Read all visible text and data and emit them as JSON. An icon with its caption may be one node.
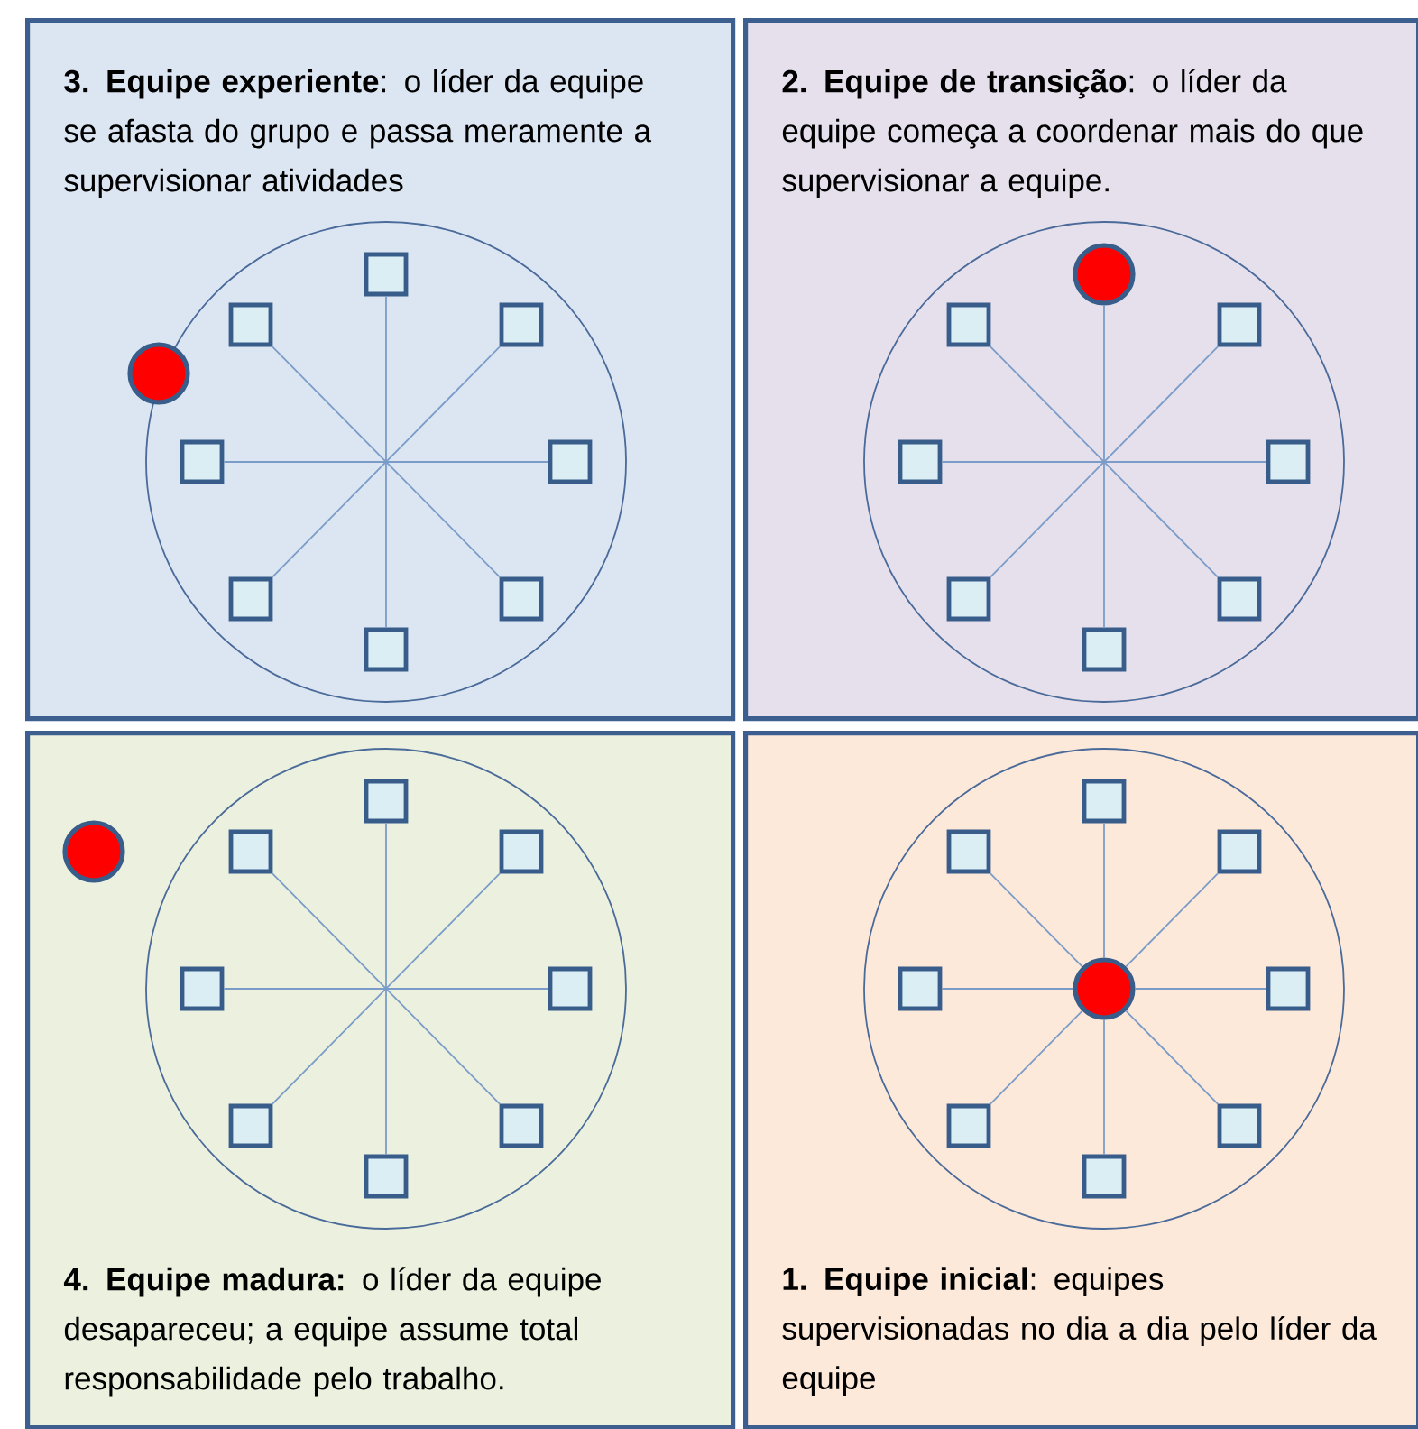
{
  "diagram": {
    "nodes": [
      {
        "text": [
          "**3. Equipe experiente**: o líder da equipe se afasta do grupo e passa meramente a supervisionar atividades"
        ]
      },
      {
        "text": [],
        "shape": "circle",
        "in": 0
      },
      {
        "text": [],
        "shape": "box",
        "in": 1
      },
      {
        "text": [],
        "shape": "box",
        "in": 1
      },
      {
        "text": [],
        "shape": "box",
        "in": 1
      },
      {
        "text": [],
        "shape": "box",
        "in": 1
      },
      {
        "text": [],
        "shape": "box",
        "in": 1
      },
      {
        "text": [],
        "shape": "box",
        "in": 1
      },
      {
        "text": [],
        "shape": "box",
        "in": 1
      },
      {
        "text": [],
        "shape": "box",
        "in": 1
      },
      {
        "text": [],
        "shape": "circle",
        "in": 0
      },
      {
        "text": [
          "**2. Equipe de transição**: o líder da equipe começa a coordenar mais do que supervisionar a equipe."
        ]
      },
      {
        "text": [],
        "shape": "circle",
        "in": 11
      },
      {
        "text": [],
        "shape": "circle",
        "in": 12
      },
      {
        "text": [],
        "shape": "box",
        "in": 12
      },
      {
        "text": [],
        "shape": "box",
        "in": 12
      },
      {
        "text": [],
        "shape": "box",
        "in": 12
      },
      {
        "text": [],
        "shape": "box",
        "in": 12
      },
      {
        "text": [],
        "shape": "box",
        "in": 12
      },
      {
        "text": [],
        "shape": "box",
        "in": 12
      },
      {
        "text": [],
        "shape": "box",
        "in": 12
      },
      {
        "text": [
          "**4. Equipe madura:** o líder da equipe desapareceu; a equipe assume total responsabilidade pelo trabalho."
        ]
      },
      {
        "text": [],
        "shape": "circle",
        "in": 21
      },
      {
        "text": [],
        "shape": "box",
        "in": 22
      },
      {
        "text": [],
        "shape": "box",
        "in": 22
      },
      {
        "text": [],
        "shape": "box",
        "in": 22
      },
      {
        "text": [],
        "shape": "box",
        "in": 22
      },
      {
        "text": [],
        "shape": "box",
        "in": 22
      },
      {
        "text": [],
        "shape": "box",
        "in": 22
      },
      {
        "text": [],
        "shape": "box",
        "in": 22
      },
      {
        "text": [],
        "shape": "box",
        "in": 22
      },
      {
        "text": [],
        "shape": "circle",
        "in": 21
      },
      {
        "text": [
          "**1. Equipe inicial**: equipes supervisionadas no dia a dia pelo líder da equipe"
        ]
      },
      {
        "text": [],
        "shape": "circle",
        "in": 32
      },
      {
        "text": [],
        "shape": "box",
        "in": 33
      },
      {
        "text": [],
        "shape": "box",
        "in": 33
      },
      {
        "text": [],
        "shape": "box",
        "in": 33
      },
      {
        "text": [],
        "shape": "box",
        "in": 33
      },
      {
        "text": [],
        "shape": "box",
        "in": 33
      },
      {
        "text": [],
        "shape": "box",
        "in": 33
      },
      {
        "text": [],
        "shape": "box",
        "in": 33
      },
      {
        "text": [],
        "shape": "box",
        "in": 33
      },
      {
        "text": [],
        "shape": "circle",
        "in": 33
      }
    ],
    "edges": [
      {
        "from": null,
        "to": 2,
        "arrow": "none"
      },
      {
        "from": null,
        "to": 3,
        "arrow": "none"
      },
      {
        "from": null,
        "to": 4,
        "arrow": "none"
      },
      {
        "from": null,
        "to": 5,
        "arrow": "none"
      },
      {
        "from": null,
        "to": 6,
        "arrow": "none"
      },
      {
        "from": null,
        "to": 7,
        "arrow": "none"
      },
      {
        "from": null,
        "to": 8,
        "arrow": "none"
      },
      {
        "from": null,
        "to": 9,
        "arrow": "none"
      },
      {
        "from": null,
        "to": 13,
        "arrow": "none"
      },
      {
        "from": null,
        "to": 14,
        "arrow": "none"
      },
      {
        "from": null,
        "to": 15,
        "arrow": "none"
      },
      {
        "from": null,
        "to": 16,
        "arrow": "none"
      },
      {
        "from": null,
        "to": 17,
        "arrow": "none"
      },
      {
        "from": null,
        "to": 18,
        "arrow": "none"
      },
      {
        "from": null,
        "to": 19,
        "arrow": "none"
      },
      {
        "from": null,
        "to": 20,
        "arrow": "none"
      },
      {
        "from": null,
        "to": 23,
        "arrow": "none"
      },
      {
        "from": null,
        "to": 24,
        "arrow": "none"
      },
      {
        "from": null,
        "to": 25,
        "arrow": "none"
      },
      {
        "from": null,
        "to": 26,
        "arrow": "none"
      },
      {
        "from": null,
        "to": 27,
        "arrow": "none"
      },
      {
        "from": null,
        "to": 28,
        "arrow": "none"
      },
      {
        "from": null,
        "to": 29,
        "arrow": "none"
      },
      {
        "from": null,
        "to": 30,
        "arrow": "none"
      },
      {
        "from": 42,
        "to": 34,
        "arrow": "none"
      },
      {
        "from": 42,
        "to": 35,
        "arrow": "none"
      },
      {
        "from": 42,
        "to": 36,
        "arrow": "none"
      },
      {
        "from": 42,
        "to": 37,
        "arrow": "none"
      },
      {
        "from": 42,
        "to": 38,
        "arrow": "none"
      },
      {
        "from": 42,
        "to": 39,
        "arrow": "none"
      },
      {
        "from": 42,
        "to": 40,
        "arrow": "none"
      },
      {
        "from": 42,
        "to": 41,
        "arrow": "none"
      }
    ]
  }
}
